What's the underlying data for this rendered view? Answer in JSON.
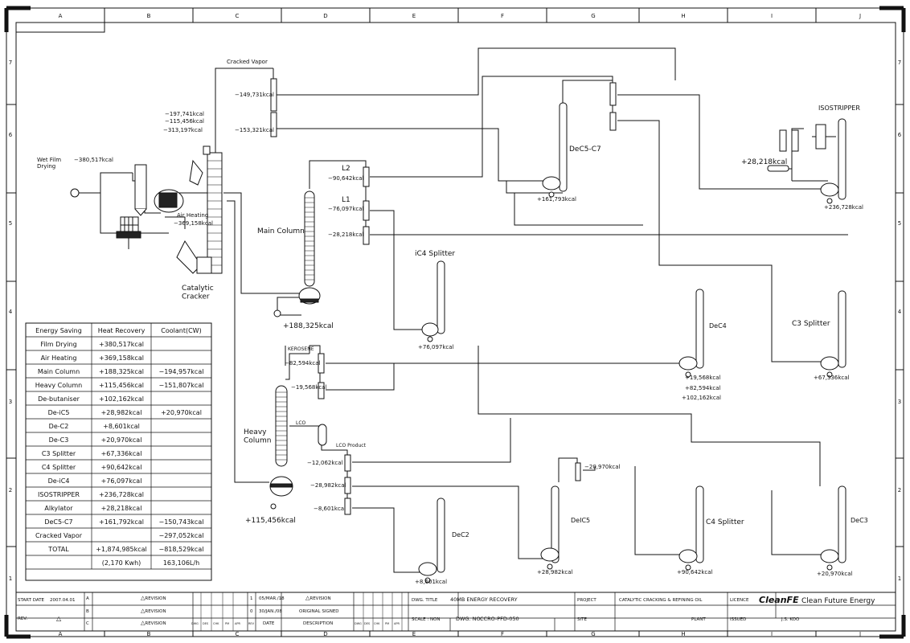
{
  "grid": {
    "columns": [
      "A",
      "B",
      "C",
      "D",
      "E",
      "F",
      "G",
      "H",
      "I",
      "J"
    ],
    "rows": [
      "7",
      "6",
      "5",
      "4",
      "3",
      "2",
      "1"
    ]
  },
  "labels": {
    "cracked_vapor": "Cracked Vapor",
    "wet_film_drying": "Wet Film\nDrying",
    "wet_film_heat": "−380,517kcal",
    "air_heating": "Air Heating",
    "air_heating_heat": "−369,158kcal",
    "stack_1": "−197,741kcal",
    "stack_2": "−115,456kcal",
    "stack_total": "−313,197kcal",
    "catalytic_cracker": "Catalytic\nCracker",
    "cv_hx1": "−149,731kcal",
    "cv_hx2": "−153,321kcal",
    "main_column": "Main Column",
    "main_column_reb": "+188,325kcal",
    "l2": "L2",
    "l2_heat": "−90,642kcal",
    "l1": "L1",
    "l1_heat": "−76,097kcal",
    "l3_heat": "−28,218kcal",
    "ic4_splitter": "iC4 Splitter",
    "ic4_reb": "+76,097kcal",
    "dec5c7": "DeC5-C7",
    "dec5c7_reb": "+161,793kcal",
    "isostripper": "ISOSTRIPPER",
    "alkylator_heat": "+28,218kcal",
    "isostripper_reb": "+236,728kcal",
    "dec4": "DeC4",
    "dec4_h1": "+19,568kcal",
    "dec4_h2": "+82,594kcal",
    "dec4_total": "+102,162kcal",
    "c3_splitter": "C3 Splitter",
    "c3_reb": "+67,336kcal",
    "kerosene": "KEROSENE",
    "ker_hx1": "−82,594kcal",
    "ker_hx2": "−19,568kcal",
    "heavy_column": "Heavy\nColumn",
    "heavy_column_reb": "+115,456kcal",
    "lco": "LCO",
    "lco_product": "LCO Product",
    "lco_hx1": "−12,062kcal",
    "lco_hx2": "−28,982kcal",
    "lco_hx3": "−8,601kcal",
    "dec2": "DeC2",
    "dec2_reb": "+8,601kcal",
    "deic5": "DeIC5",
    "deic5_reb": "+28,982kcal",
    "deic5_cond": "−20,970kcal",
    "c4_splitter": "C4 Splitter",
    "c4_reb": "+90,642kcal",
    "dec3": "DeC3",
    "dec3_reb": "+20,970kcal"
  },
  "energy_table": {
    "headers": [
      "Energy Saving",
      "Heat Recovery",
      "Coolant(CW)"
    ],
    "rows": [
      [
        "Film Drying",
        "+380,517kcal",
        ""
      ],
      [
        "Air Heating",
        "+369,158kcal",
        ""
      ],
      [
        "Main Column",
        "+188,325kcal",
        "−194,957kcal"
      ],
      [
        "Heavy Column",
        "+115,456kcal",
        "−151,807kcal"
      ],
      [
        "De-butaniser",
        "+102,162kcal",
        ""
      ],
      [
        "De-iC5",
        "+28,982kcal",
        "+20,970kcal"
      ],
      [
        "De-C2",
        "+8,601kcal",
        ""
      ],
      [
        "De-C3",
        "+20,970kcal",
        ""
      ],
      [
        "C3 Splitter",
        "+67,336kcal",
        ""
      ],
      [
        "C4 Splitter",
        "+90,642kcal",
        ""
      ],
      [
        "De-iC4",
        "+76,097kcal",
        ""
      ],
      [
        "ISOSTRIPPER",
        "+236,728kcal",
        ""
      ],
      [
        "Alkylator",
        "+28,218kcal",
        ""
      ],
      [
        "DeC5-C7",
        "+161,792kcal",
        "−150,743kcal"
      ],
      [
        "Cracked Vapor",
        "",
        "−297,052kcal"
      ],
      [
        "TOTAL",
        "+1,874,985kcal",
        "−818,529kcal"
      ],
      [
        "",
        "(2,170 Kwh)",
        "163,106L/h"
      ]
    ]
  },
  "title_block": {
    "start_date_label": "START DATE",
    "start_date": "2007.04.01",
    "rev_label": "REV.",
    "rev_symbol": "△",
    "rows": [
      "A",
      "B",
      "C"
    ],
    "revision": "REVISION",
    "rev_dates": [
      "05/MAR./18",
      "30/JAN./08"
    ],
    "rev_nums": [
      "1",
      "0"
    ],
    "original_signed": "ORIGINAL SIGNED",
    "date_label": "DATE",
    "description_label": "DESCRIPTION",
    "sign_cols": [
      "DWG",
      "DES",
      "CHK",
      "PM",
      "APR",
      "REV"
    ],
    "dwg_title_label": "DWG. TITLE",
    "dwg_title": "40MB ENERGY RECOVERY",
    "scale_label": "SCALE : NON",
    "dwg_no_label": "DWG. NO.",
    "dwg_no": "CCRO-PFD-050",
    "project_label": "PROJECT",
    "project": "CATALYTIC CRACKING & REFINING OIL",
    "site_label": "SITE",
    "site": "PLANT",
    "licence_label": "LICENCE",
    "logo": "CleanFE",
    "company": "Clean Future Energy",
    "issued_label": "ISSUED",
    "issued": "J.S. KOO"
  }
}
